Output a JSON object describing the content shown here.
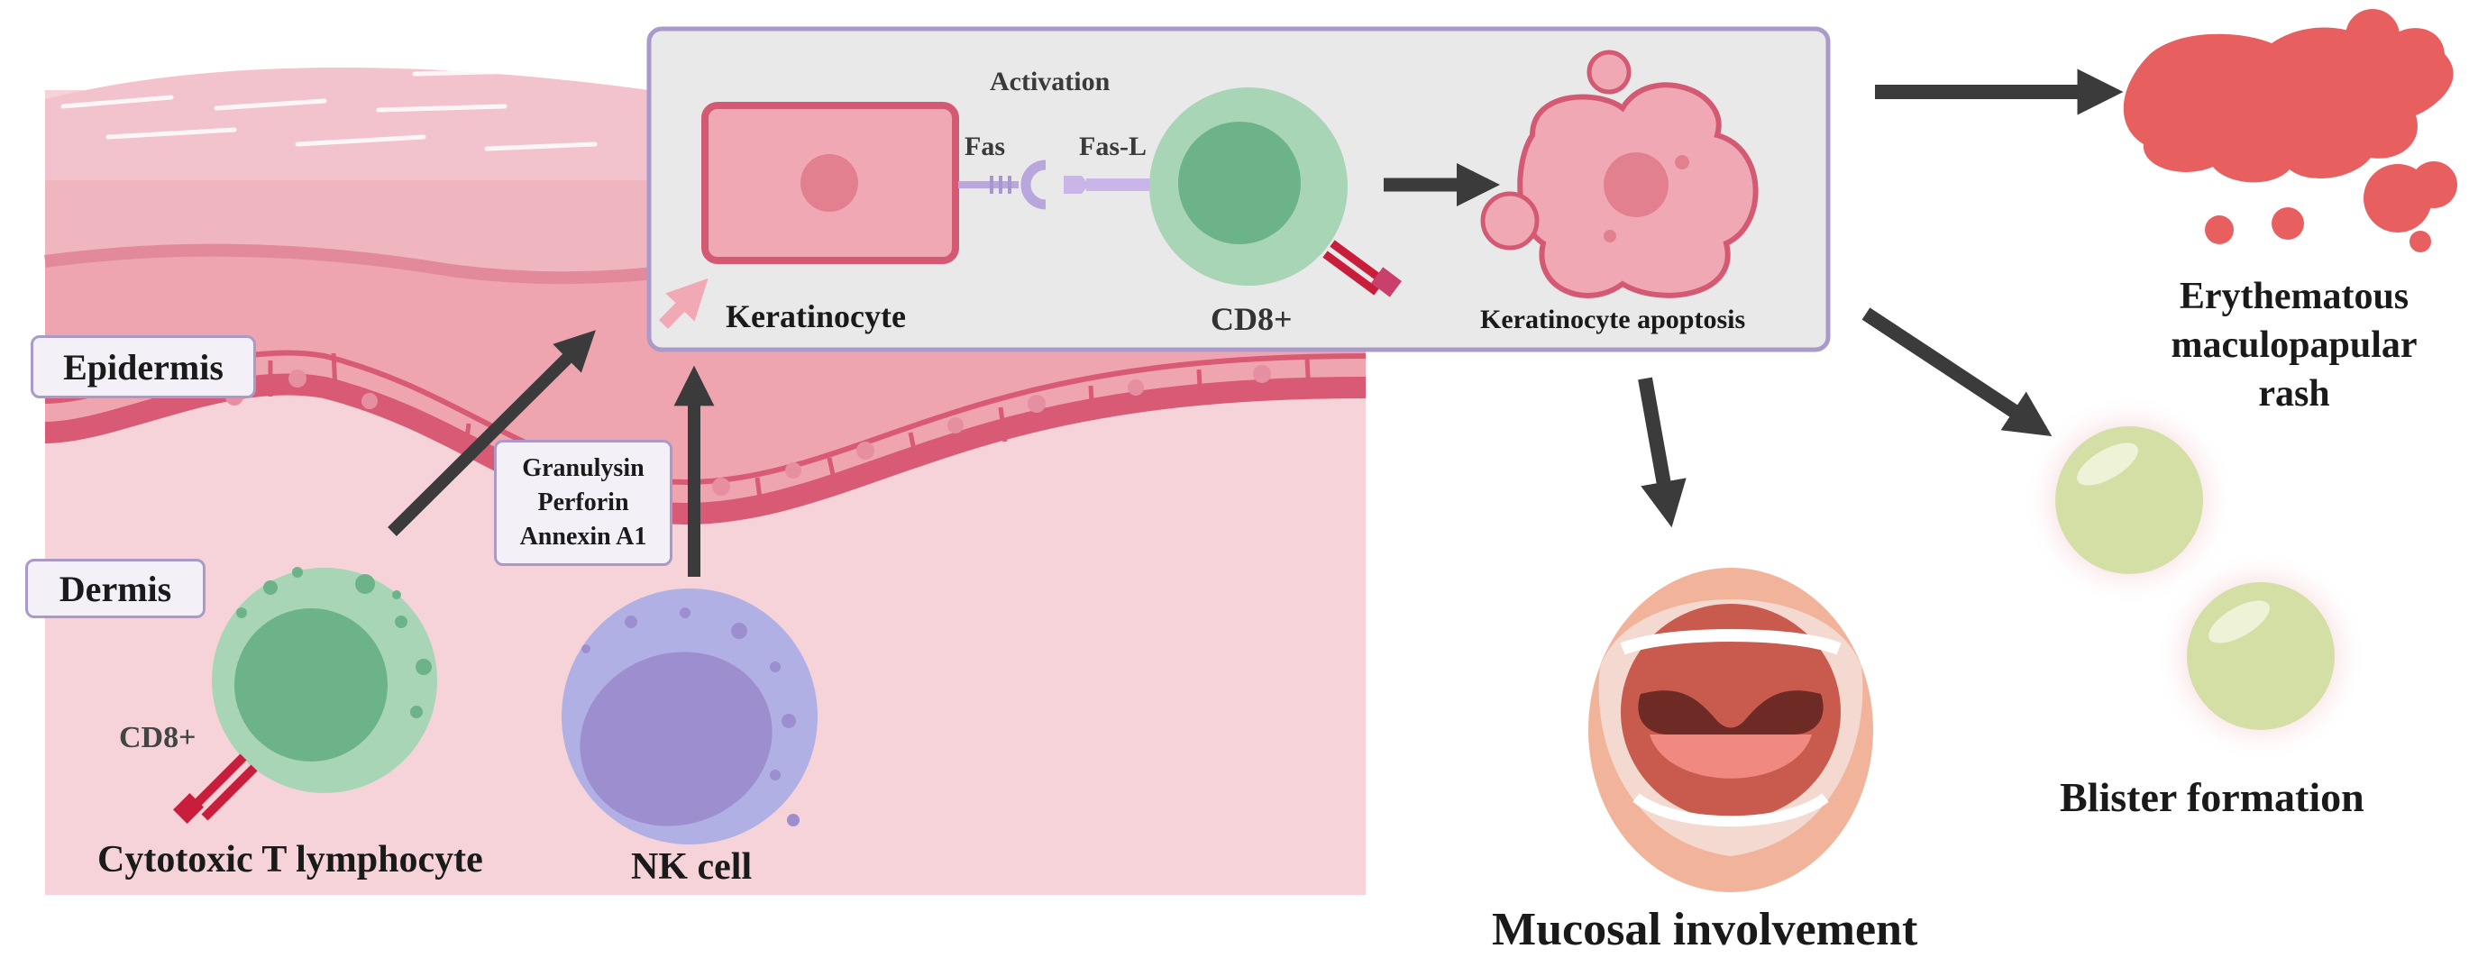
{
  "layers": {
    "epidermis": "Epidermis",
    "dermis": "Dermis"
  },
  "cells": {
    "ctl": "Cytotoxic T lymphocyte",
    "ctl_marker": "CD8+",
    "nk": "NK cell",
    "keratinocyte": "Keratinocyte",
    "cd8": "CD8+",
    "apoptosis": "Keratinocyte apoptosis"
  },
  "mediators": [
    "Granulysin",
    "Perforin",
    "Annexin A1"
  ],
  "inset": {
    "activation": "Activation",
    "fas": "Fas",
    "fasl": "Fas-L"
  },
  "outcomes": {
    "rash": [
      "Erythematous",
      "maculopapular",
      "rash"
    ],
    "blister": "Blister formation",
    "mucosal": "Mucosal involvement"
  },
  "colors": {
    "skin_dermis": "#f5d3d9",
    "skin_epidermis": "#efa5b0",
    "skin_line": "#d85a74",
    "cd8_cell": "#a8d5b5",
    "cd8_nucleus": "#6cb38a",
    "nk_cell": "#b1b0e4",
    "nk_nucleus": "#9d8fcf",
    "rash": "#e85f5f",
    "blister": "#d4dfa6",
    "inset_bg": "#e9e9e9",
    "inset_border": "#a99ac9",
    "arrow": "#3b3b3b"
  }
}
